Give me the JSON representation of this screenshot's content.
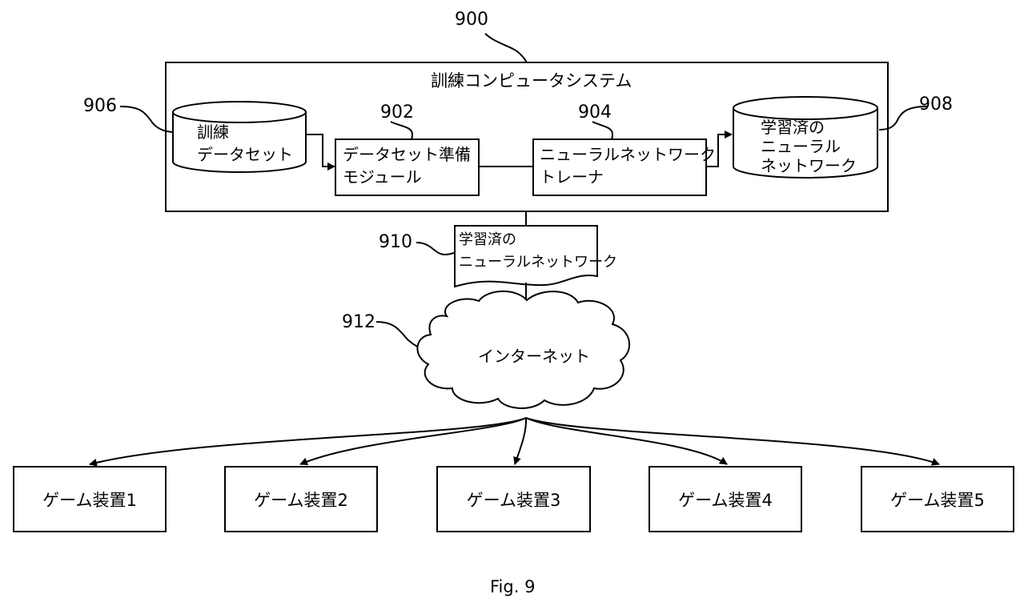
{
  "ref_labels": {
    "system": "900",
    "prep_module": "902",
    "trainer": "904",
    "dataset": "906",
    "trained_db": "908",
    "document": "910",
    "internet": "912"
  },
  "system": {
    "title": "訓練コンピュータシステム",
    "dataset_line1": "訓練",
    "dataset_line2": "データセット",
    "prep_line1": "データセット準備",
    "prep_line2": "モジュール",
    "trainer_line1": "ニューラルネットワーク",
    "trainer_line2": "トレーナ",
    "trained_line1": "学習済の",
    "trained_line2": "ニューラル",
    "trained_line3": "ネットワーク"
  },
  "document": {
    "line1": "学習済の",
    "line2": "ニューラルネットワーク"
  },
  "cloud": {
    "label": "インターネット"
  },
  "devices": [
    "ゲーム装置1",
    "ゲーム装置2",
    "ゲーム装置3",
    "ゲーム装置4",
    "ゲーム装置5"
  ],
  "caption": "Fig. 9"
}
